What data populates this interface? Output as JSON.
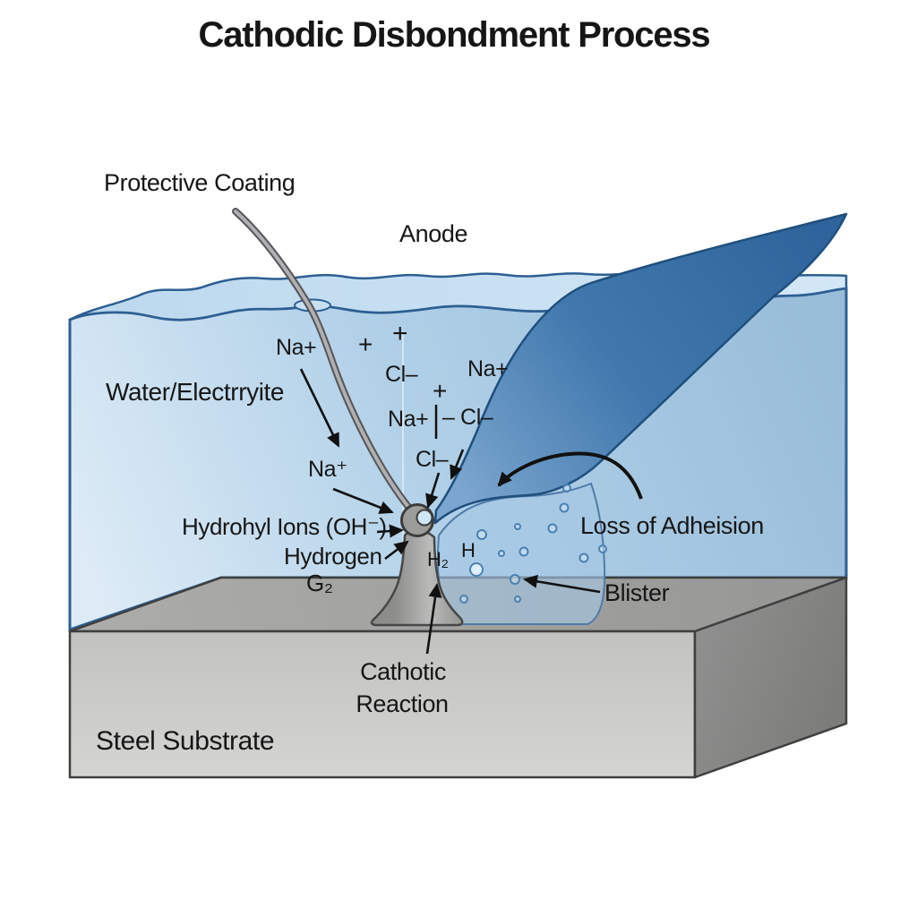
{
  "title": {
    "text": "Cathodic Disbondment Process"
  },
  "labels": {
    "protective_coating": "Protective Coating",
    "anode": "Anode",
    "water_electrolyte": "Water/Electrryite",
    "hydroxyl_ions": "Hydrohyl Ions (OH⁻)",
    "hydrogen": "Hydrogen",
    "hydrogen_gas": "G₂",
    "h2": "H₂",
    "h": "H",
    "loss_of_adhesion": "Loss of Adheision",
    "blister": "Blister",
    "cathodic_reaction_line1": "Cathotic",
    "cathodic_reaction_line2": "Reaction",
    "steel_substrate": "Steel Substrate"
  },
  "ions": {
    "na_1": "Na+",
    "na_2": "Na+",
    "na_3": "Na+",
    "na_4": "Na⁺",
    "cl_1": "Cl–",
    "cl_2": "Cl–",
    "minus_cl": "– Cl–",
    "plus_1": "+",
    "plus_2": "+",
    "plus_3": "+"
  },
  "colors": {
    "water_light": "#d9e9f6",
    "water_mid": "#aacbe5",
    "water_deep": "#98bdd9",
    "surface_band": "#c9e0f2",
    "water_outline": "#2d5f93",
    "coating_light": "#7ca6cf",
    "coating_dark": "#2e649b",
    "coating_outline": "#1f4f7d",
    "substrate_top": "#a2a2a0",
    "substrate_front": "#cbcbc9",
    "substrate_side": "#858583",
    "substrate_outline": "#3f3f3f",
    "defect_gray": "#9c9c9a",
    "bubble_stroke": "#4a80b0",
    "arrow": "#111111",
    "text": "#161616"
  }
}
